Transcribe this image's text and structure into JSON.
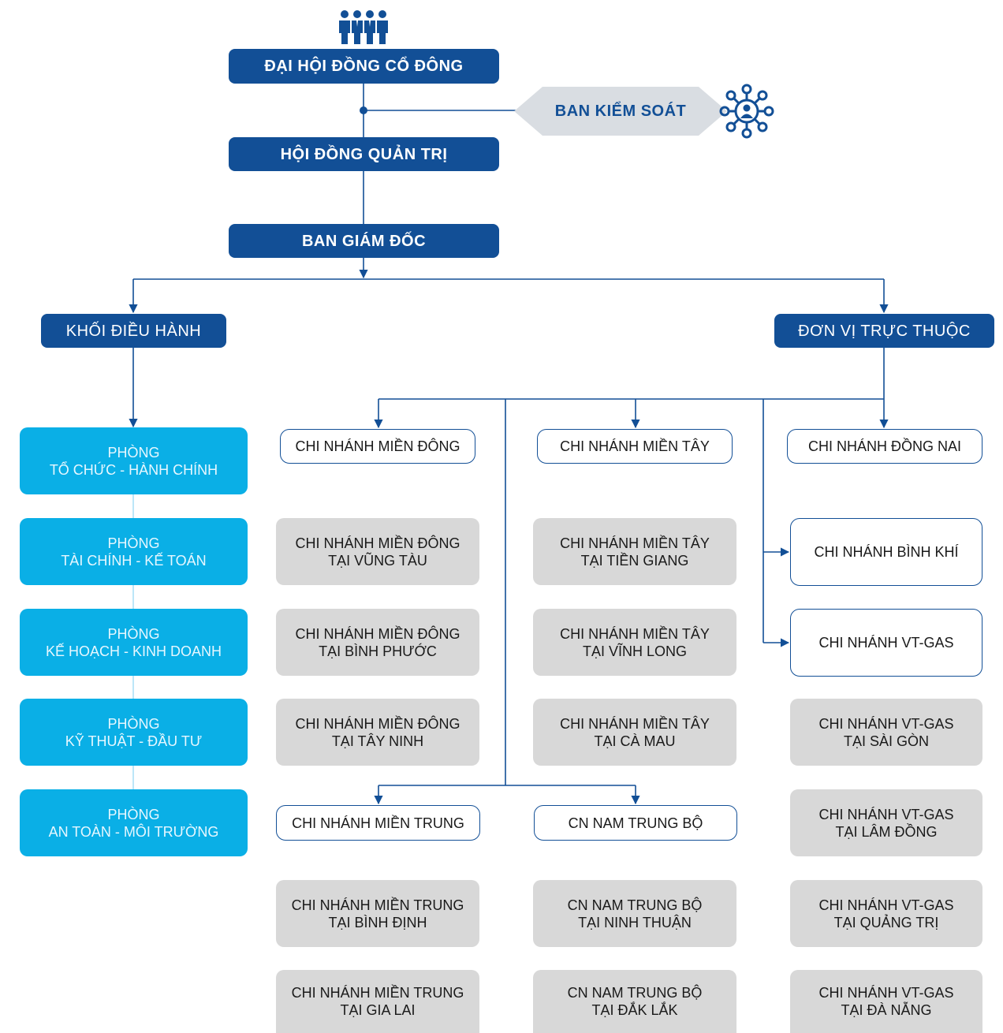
{
  "top": {
    "shareholders": "ĐẠI HỘI ĐỒNG CỔ ĐÔNG",
    "supervisory": "BAN KIỂM SOÁT",
    "board": "HỘI ĐỒNG QUẢN TRỊ",
    "directors": "BAN GIÁM ĐỐC"
  },
  "blocks": {
    "exec": "KHỐI ĐIỀU HÀNH",
    "units": "ĐƠN VỊ TRỰC THUỘC"
  },
  "departments": [
    {
      "l1": "PHÒNG",
      "l2": "TỔ CHỨC - HÀNH CHÍNH"
    },
    {
      "l1": "PHÒNG",
      "l2": "TÀI CHÍNH - KẾ TOÁN"
    },
    {
      "l1": "PHÒNG",
      "l2": "KẾ HOẠCH - KINH DOANH"
    },
    {
      "l1": "PHÒNG",
      "l2": "KỸ THUẬT - ĐẦU TƯ"
    },
    {
      "l1": "PHÒNG",
      "l2": "AN TOÀN - MÔI TRƯỜNG"
    }
  ],
  "branches": {
    "mien_dong": "CHI NHÁNH MIỀN ĐÔNG",
    "mien_tay": "CHI NHÁNH MIỀN TÂY",
    "dong_nai": "CHI NHÁNH ĐỒNG NAI",
    "binh_khi": "CHI NHÁNH BÌNH KHÍ",
    "vt_gas": "CHI NHÁNH VT-GAS",
    "mien_trung": "CHI NHÁNH MIỀN TRUNG",
    "nam_trung_bo": "CN NAM TRUNG BỘ"
  },
  "sub": {
    "dong_1": {
      "l1": "CHI NHÁNH MIỀN ĐÔNG",
      "l2": "TẠI VŨNG TÀU"
    },
    "dong_2": {
      "l1": "CHI NHÁNH MIỀN ĐÔNG",
      "l2": "TẠI BÌNH PHƯỚC"
    },
    "dong_3": {
      "l1": "CHI NHÁNH MIỀN ĐÔNG",
      "l2": "TẠI TÂY NINH"
    },
    "tay_1": {
      "l1": "CHI NHÁNH MIỀN TÂY",
      "l2": "TẠI TIỀN GIANG"
    },
    "tay_2": {
      "l1": "CHI NHÁNH MIỀN TÂY",
      "l2": "TẠI VĨNH LONG"
    },
    "tay_3": {
      "l1": "CHI NHÁNH MIỀN TÂY",
      "l2": "TẠI CÀ MAU"
    },
    "gas_1": {
      "l1": "CHI NHÁNH VT-GAS",
      "l2": "TẠI SÀI GÒN"
    },
    "gas_2": {
      "l1": "CHI NHÁNH VT-GAS",
      "l2": "TẠI LÂM ĐỒNG"
    },
    "gas_3": {
      "l1": "CHI NHÁNH VT-GAS",
      "l2": "TẠI QUẢNG TRỊ"
    },
    "gas_4": {
      "l1": "CHI NHÁNH VT-GAS",
      "l2": "TẠI ĐÀ NẴNG"
    },
    "trung_1": {
      "l1": "CHI NHÁNH MIỀN TRUNG",
      "l2": "TẠI BÌNH ĐỊNH"
    },
    "trung_2": {
      "l1": "CHI NHÁNH MIỀN TRUNG",
      "l2": "TẠI GIA LAI"
    },
    "ntb_1": {
      "l1": "CN NAM TRUNG BỘ",
      "l2": "TẠI NINH THUẬN"
    },
    "ntb_2": {
      "l1": "CN NAM TRUNG BỘ",
      "l2": "TẠI ĐẮK LẮK"
    }
  },
  "icons": {
    "shareholders": "people-group-icon",
    "supervisory": "network-person-icon"
  },
  "colors": {
    "navy": "#124f96",
    "cyan": "#0aafe6",
    "grey": "#d8d8d8",
    "chevron": "#d9dde2"
  }
}
